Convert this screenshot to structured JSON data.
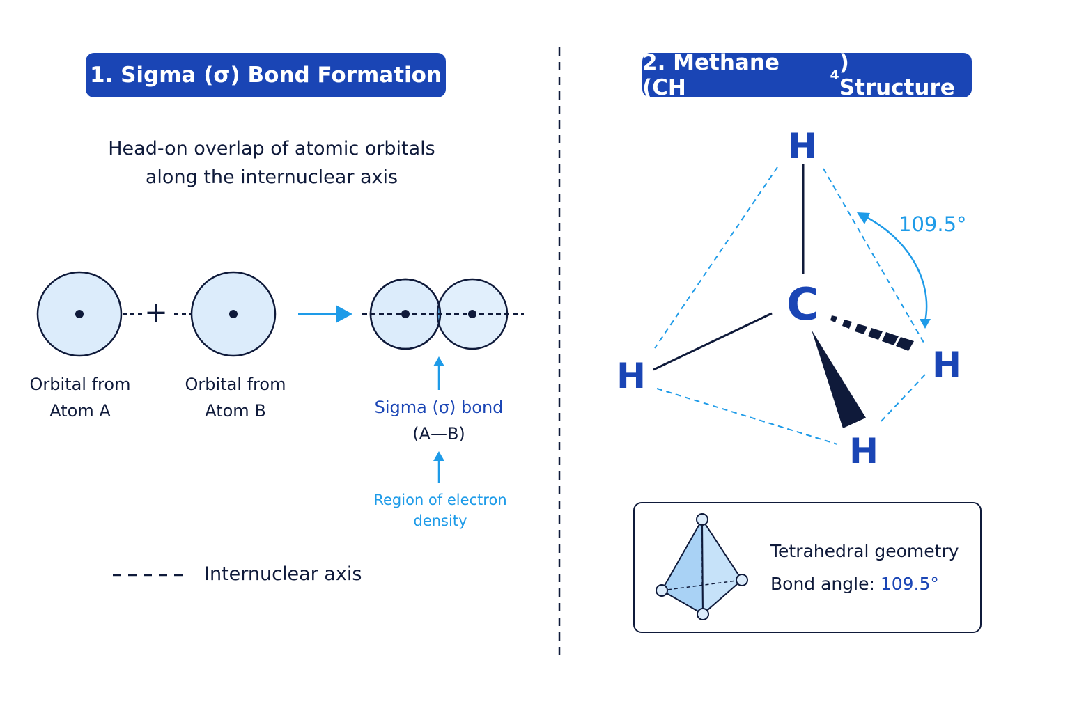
{
  "left": {
    "title_prefix": "1. Sigma (σ) Bond Formation",
    "subtitle_line1": "Head-on overlap of atomic orbitals",
    "subtitle_line2": "along the internuclear axis",
    "plus": "+",
    "orbital_a_line1": "Orbital from",
    "orbital_a_line2": "Atom A",
    "orbital_b_line1": "Orbital from",
    "orbital_b_line2": "Atom B",
    "sigma_label": "Sigma (σ) bond",
    "sigma_atoms": "(A—B)",
    "density_line1": "Region of electron",
    "density_line2": "density",
    "legend_text": "Internuclear axis"
  },
  "right": {
    "title_prefix": "2. Methane (CH",
    "title_sub": "4",
    "title_suffix": ") Structure",
    "atom_c": "C",
    "atom_h_top": "H",
    "atom_h_left": "H",
    "atom_h_right": "H",
    "atom_h_bottom": "H",
    "angle_label": "109.5°",
    "legend_geometry": "Tetrahedral geometry",
    "legend_angle_label": "Bond angle: ",
    "legend_angle_value": "109.5°"
  },
  "colors": {
    "navy": "#0f1a3a",
    "banner_blue": "#1a45b5",
    "sky_blue": "#1e9be8",
    "orbital_fill": "#dcecfb",
    "overlap_fill": "#5fb6f2"
  }
}
